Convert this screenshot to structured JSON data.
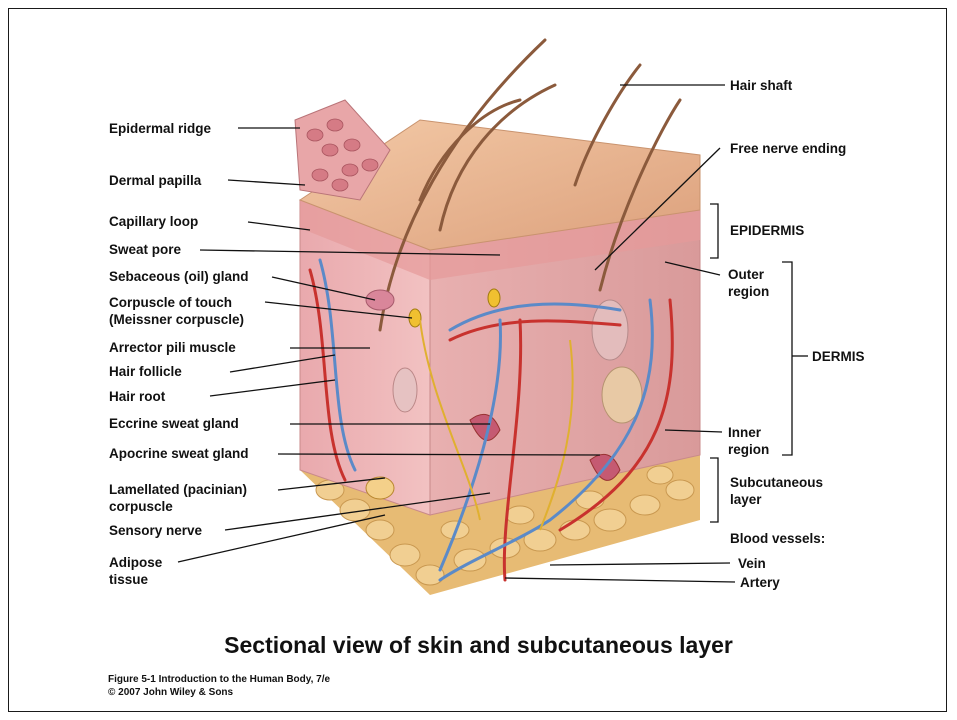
{
  "labels_left": [
    {
      "id": "epidermal-ridge",
      "text": "Epidermal ridge"
    },
    {
      "id": "dermal-papilla",
      "text": "Dermal papilla"
    },
    {
      "id": "capillary-loop",
      "text": "Capillary loop"
    },
    {
      "id": "sweat-pore",
      "text": "Sweat pore"
    },
    {
      "id": "sebaceous-gland",
      "text": "Sebaceous (oil) gland"
    },
    {
      "id": "corpuscle-touch",
      "text": "Corpuscle of touch"
    },
    {
      "id": "meissner",
      "text": "(Meissner corpuscle)"
    },
    {
      "id": "arrector-pili",
      "text": "Arrector pili muscle"
    },
    {
      "id": "hair-follicle",
      "text": "Hair follicle"
    },
    {
      "id": "hair-root",
      "text": "Hair root"
    },
    {
      "id": "eccrine",
      "text": "Eccrine sweat gland"
    },
    {
      "id": "apocrine",
      "text": "Apocrine sweat gland"
    },
    {
      "id": "lamellated",
      "text": "Lamellated (pacinian)"
    },
    {
      "id": "corpuscle",
      "text": "corpuscle"
    },
    {
      "id": "sensory-nerve",
      "text": "Sensory nerve"
    },
    {
      "id": "adipose",
      "text": "Adipose"
    },
    {
      "id": "tissue",
      "text": "tissue"
    }
  ],
  "labels_right": {
    "hair_shaft": "Hair shaft",
    "free_nerve": "Free nerve ending",
    "epidermis": "EPIDERMIS",
    "outer": "Outer",
    "region1": "region",
    "dermis": "DERMIS",
    "inner": "Inner",
    "region2": "region",
    "subcutaneous": "Subcutaneous",
    "layer": "layer",
    "blood_vessels": "Blood vessels:",
    "vein": "Vein",
    "artery": "Artery"
  },
  "caption": "Sectional view of skin and subcutaneous layer",
  "credit_line1": "Figure 5-1  Introduction to the Human Body, 7/e",
  "credit_line2": "© 2007 John Wiley & Sons",
  "colors": {
    "epidermis_top": "#e8b08a",
    "dermis": "#e6a5a5",
    "fat": "#e9c07a",
    "vein": "#5b8ac8",
    "artery": "#c8322e",
    "nerve": "#e0b030"
  }
}
